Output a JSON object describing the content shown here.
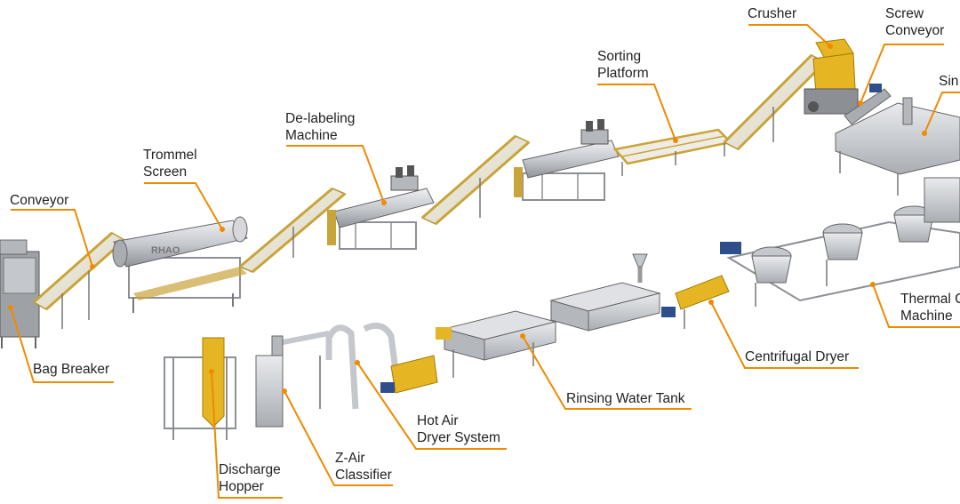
{
  "colors": {
    "accent": "#F08A00",
    "conveyor_yellow": "#C9A43A",
    "frame_gray": "#8C8F94",
    "tank_gray": "#C4C7CB",
    "motor_blue": "#2F4F8C"
  },
  "labels": {
    "crusher": [
      "Crusher"
    ],
    "screw_conveyor": [
      "Screw",
      "Conveyor"
    ],
    "sink": [
      "Sin"
    ],
    "sorting_platform": [
      "Sorting",
      "Platform"
    ],
    "delabeling": [
      "De-labeling",
      "Machine"
    ],
    "trommel": [
      "Trommel",
      "Screen"
    ],
    "conveyor": [
      "Conveyor"
    ],
    "bag_breaker": [
      "Bag Breaker"
    ],
    "thermal": [
      "Thermal C",
      "Machine"
    ],
    "centrifugal": [
      "Centrifugal Dryer"
    ],
    "rinsing": [
      "Rinsing Water Tank"
    ],
    "hot_air": [
      "Hot Air",
      "Dryer System"
    ],
    "z_air": [
      "Z-Air",
      "Classifier"
    ],
    "discharge": [
      "Discharge",
      "Hopper"
    ]
  },
  "brand_mark": "RHAO"
}
